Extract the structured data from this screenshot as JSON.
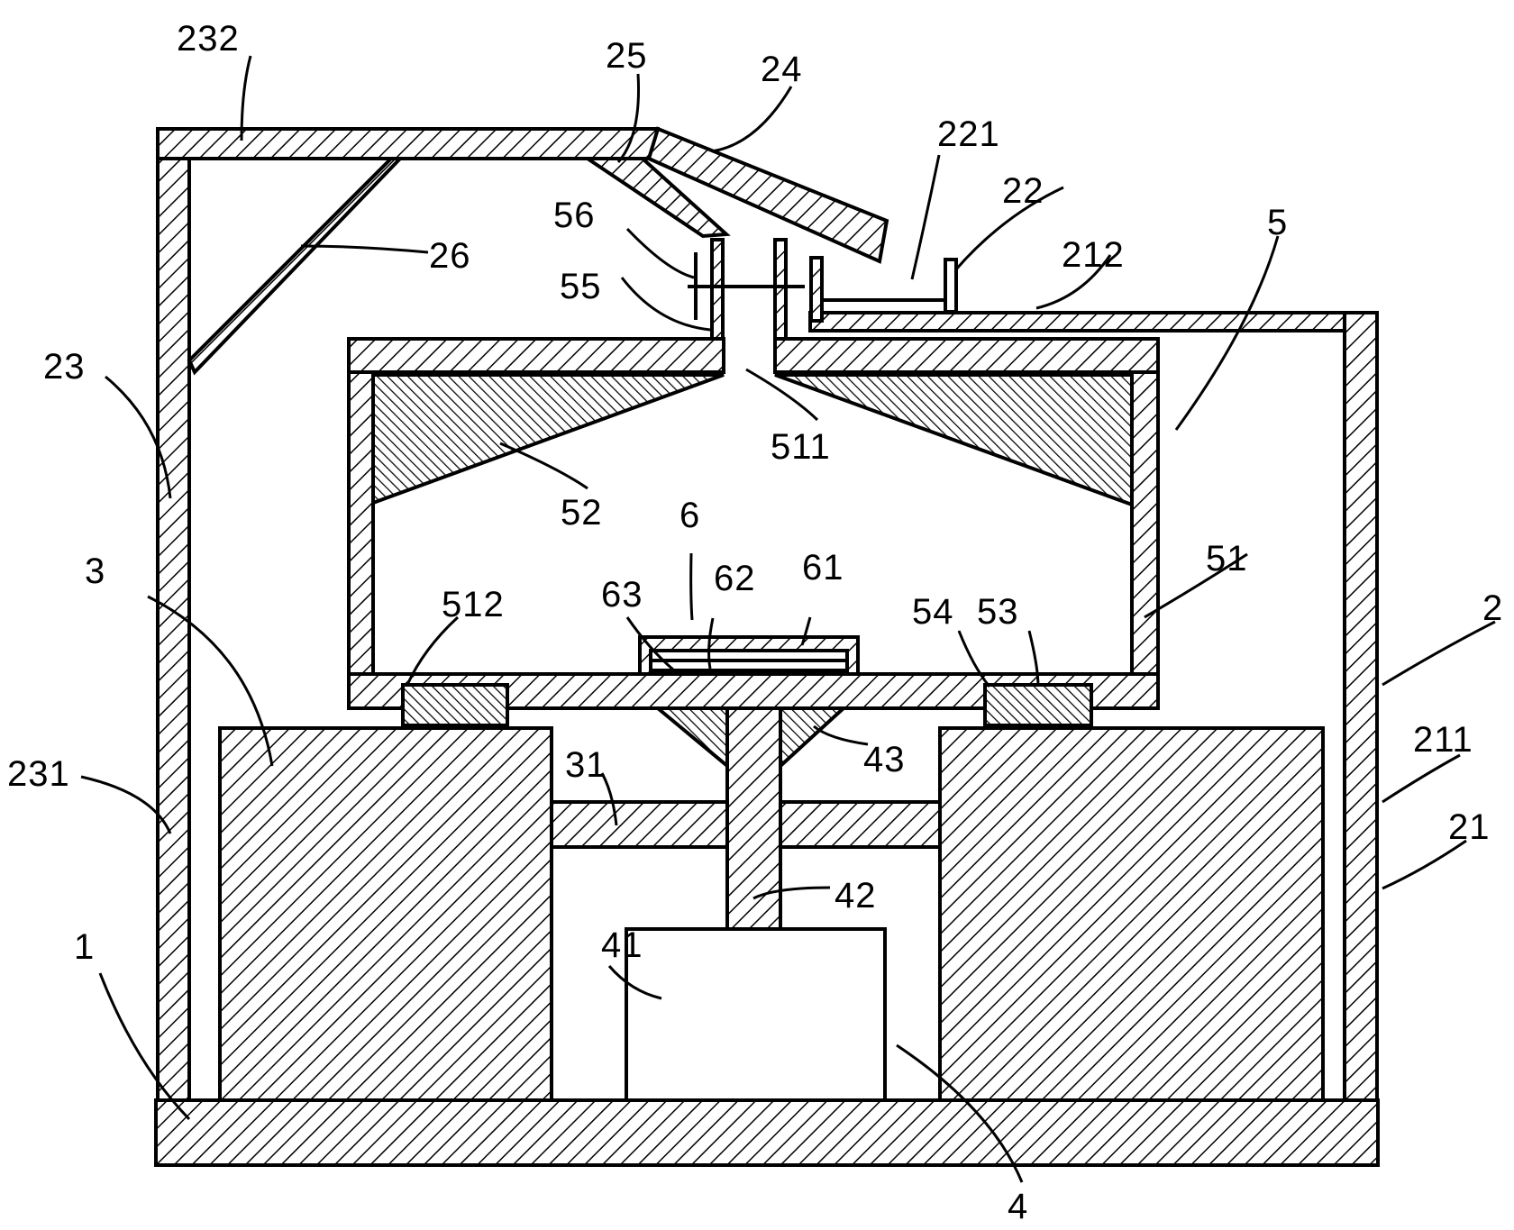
{
  "labels": {
    "l232": "232",
    "l25": "25",
    "l24": "24",
    "l221": "221",
    "l22": "22",
    "l212": "212",
    "l5": "5",
    "l56": "56",
    "l26": "26",
    "l55": "55",
    "l23": "23",
    "l511": "511",
    "l52": "52",
    "l6": "6",
    "l51": "51",
    "l3": "3",
    "l512": "512",
    "l63": "63",
    "l62": "62",
    "l61": "61",
    "l54": "54",
    "l53": "53",
    "l2": "2",
    "l43": "43",
    "l211": "211",
    "l231": "231",
    "l31": "31",
    "l21": "21",
    "l42": "42",
    "l41": "41",
    "l1": "1",
    "l4": "4"
  },
  "colors": {
    "line": "#000000",
    "background": "#ffffff"
  }
}
